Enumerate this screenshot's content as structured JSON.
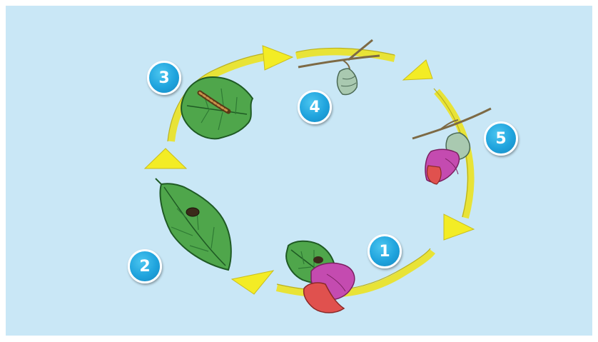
{
  "diagram": {
    "background_color": "#c9e7f6",
    "path_color": "#e8e337",
    "arrow_color": "#f3ec25",
    "leaf_color": "#4fa64b",
    "badge_color": "#1fa3dd",
    "stages": [
      {
        "number": "1",
        "depiction": "moth-laying-eggs-on-leaf"
      },
      {
        "number": "2",
        "depiction": "leaf-with-eggs"
      },
      {
        "number": "3",
        "depiction": "caterpillar-on-leaf"
      },
      {
        "number": "4",
        "depiction": "pupa-hanging-from-twig"
      },
      {
        "number": "5",
        "depiction": "moth-emerging-from-pupa"
      }
    ]
  }
}
